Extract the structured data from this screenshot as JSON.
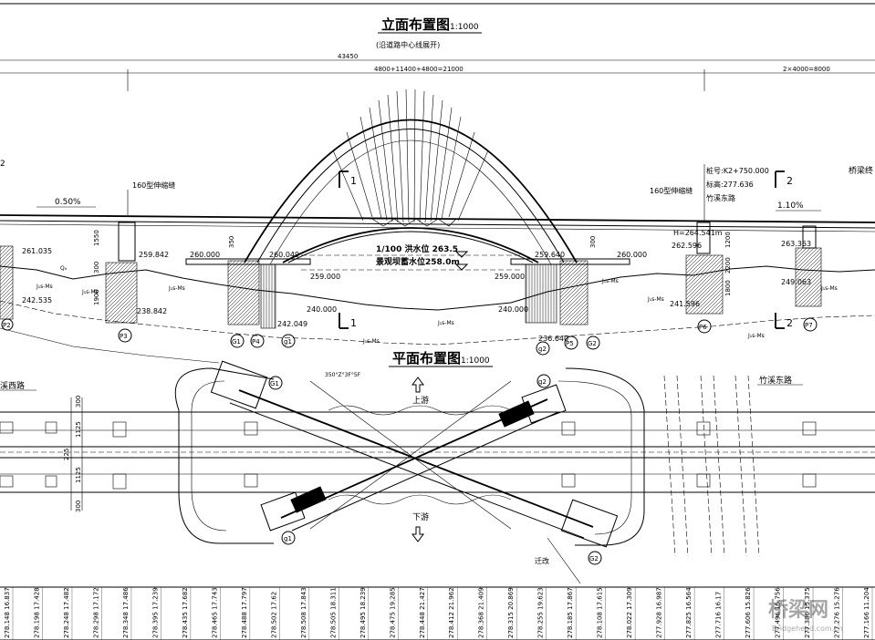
{
  "elevation": {
    "title": "立面布置图",
    "scale": "1:1000",
    "subtitle": "(沿道路中心线展开)",
    "total_length": "43450",
    "main_span": "4800+11400+4800=21000",
    "side_span": "2×4000=8000",
    "left_joint": "160型伸缩缝",
    "right_joint": "160型伸缩缝",
    "slope_left": "0.50%",
    "slope_right": "1.10%",
    "flood_level": "1/100 洪水位 263.5",
    "landscape_level": "景观坝蓄水位258.0m",
    "station": "桩号:K2+750.000",
    "elevation_mark": "标高:277.636",
    "road_right_top": "竹溪东路",
    "bridge_end": "桥梁终",
    "h_mark": "H=264.541m",
    "section_1": "1",
    "section_2": "2",
    "left_partial": "2",
    "elevations": [
      "261.035",
      "259.842",
      "260.000",
      "260.049",
      "259.000",
      "240.000",
      "242.049",
      "259.640",
      "260.000",
      "259.000",
      "240.000",
      "236.640",
      "262.596",
      "241.596",
      "263.363",
      "249.063",
      "242.535",
      "238.842"
    ],
    "dims": [
      "1550",
      "300",
      "1900",
      "350",
      "1200",
      "2200",
      "1800",
      "300"
    ],
    "piers": [
      "P3",
      "G1",
      "P4",
      "g1",
      "g2",
      "P5",
      "G2",
      "P6",
      "P7",
      "P2"
    ],
    "soil_labels": [
      "J₁s-Ms",
      "J₁s-Ms",
      "J₁s-Ms",
      "J₁s-Ms",
      "J₁s-Ms",
      "J₁s-Ms",
      "J₁s-Ms",
      "J₁s-Ms",
      "J₁s-Ms",
      "Q₄"
    ]
  },
  "plan": {
    "title": "平面布置图",
    "scale": "1:1000",
    "upstream": "上游",
    "downstream": "下游",
    "road_left": "溪西路",
    "road_right": "竹溪东路",
    "relocate": "迁改",
    "piers": [
      "G1",
      "g2",
      "g1",
      "G2"
    ],
    "dims_left": [
      "300",
      "1125",
      "225",
      "1125",
      "300"
    ],
    "note_top": "350°Z°3F°5F"
  },
  "profile_table": [
    "278.148",
    "16.837",
    "278.198",
    "17.428",
    "278.248",
    "17.482",
    "278.298",
    "17.172",
    "278.348",
    "17.486",
    "278.395",
    "17.239",
    "278.435",
    "17.682",
    "278.465",
    "17.743",
    "278.488",
    "17.797",
    "278.502",
    "17.62",
    "278.508",
    "17.843",
    "278.505",
    "18.311",
    "278.495",
    "18.239",
    "278.475",
    "19.285",
    "278.448",
    "21.427",
    "278.412",
    "21.962",
    "278.368",
    "21.409",
    "278.315",
    "20.869",
    "278.255",
    "19.623",
    "278.185",
    "17.867",
    "278.108",
    "17.615",
    "278.022",
    "17.309",
    "277.928",
    "16.987",
    "277.825",
    "16.564",
    "277.716",
    "16.17",
    "277.606",
    "15.826",
    "277.496",
    "15.756",
    "277.386",
    "15.375",
    "277.276",
    "15.276",
    "277.166",
    "11.204"
  ],
  "watermark": {
    "main": "桥梁网",
    "sub": "Bridgehead.com.cn"
  }
}
